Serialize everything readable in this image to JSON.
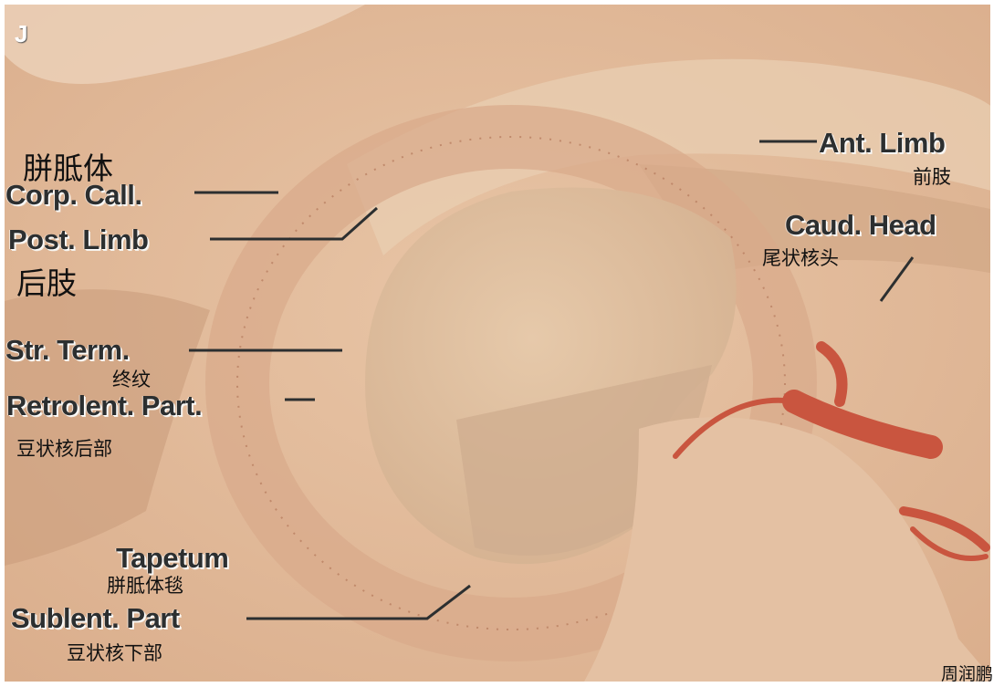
{
  "panel_letter": "J",
  "labels": {
    "corp_call_cn": "胼胝体",
    "corp_call": "Corp. Call.",
    "post_limb": "Post. Limb",
    "post_limb_cn": "后肢",
    "str_term": "Str. Term.",
    "str_term_cn": "终纹",
    "retrolent_part": "Retrolent. Part.",
    "retrolent_part_cn": "豆状核后部",
    "tapetum": "Tapetum",
    "tapetum_cn": "胼胝体毯",
    "sublent_part": "Sublent. Part",
    "sublent_part_cn": "豆状核下部",
    "ant_limb": "Ant. Limb",
    "ant_limb_cn": "前肢",
    "caud_head": "Caud. Head",
    "caud_head_cn": "尾状核头"
  },
  "watermark": "周润鹏"
}
